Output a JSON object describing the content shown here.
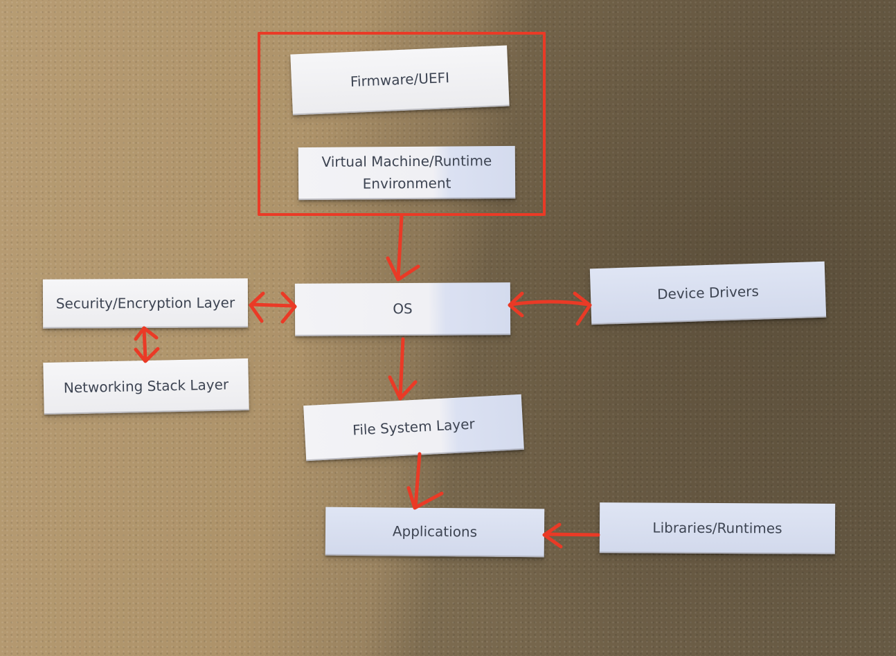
{
  "diagram": {
    "nodes": {
      "firmware": "Firmware/UEFI",
      "vm_runtime": "Virtual Machine/Runtime Environment",
      "os": "OS",
      "security": "Security/Encryption Layer",
      "networking": "Networking Stack Layer",
      "device_drivers": "Device Drivers",
      "file_system": "File System Layer",
      "applications": "Applications",
      "libraries": "Libraries/Runtimes"
    },
    "edges": [
      {
        "from": "firmware-vm-group",
        "to": "os",
        "direction": "one-way"
      },
      {
        "from": "security",
        "to": "os",
        "direction": "two-way"
      },
      {
        "from": "os",
        "to": "device_drivers",
        "direction": "two-way"
      },
      {
        "from": "security",
        "to": "networking",
        "direction": "two-way"
      },
      {
        "from": "os",
        "to": "file_system",
        "direction": "one-way"
      },
      {
        "from": "file_system",
        "to": "applications",
        "direction": "one-way"
      },
      {
        "from": "libraries",
        "to": "applications",
        "direction": "one-way"
      }
    ],
    "colors": {
      "annotation": "#ea3a26",
      "card_text": "#3d4452"
    }
  }
}
